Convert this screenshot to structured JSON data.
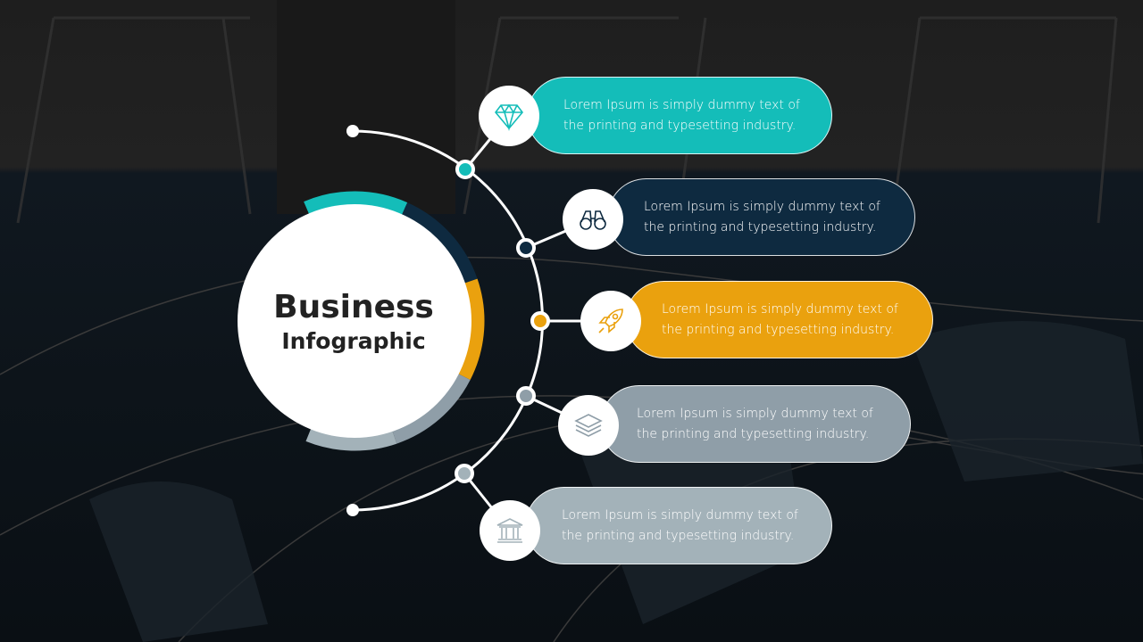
{
  "title": {
    "line1": "Business",
    "line2": "Infographic"
  },
  "colors": {
    "teal": "#14bdb9",
    "navy": "#0e2a40",
    "orange": "#eaa10e",
    "gray": "#8f9ea8",
    "lightgray": "#a3b2b9"
  },
  "items": [
    {
      "text": "Lorem Ipsum is simply dummy text of the printing and typesetting industry.",
      "icon": "diamond-icon",
      "color": "#14bdb9"
    },
    {
      "text": "Lorem Ipsum is simply dummy text of the printing and typesetting industry.",
      "icon": "binoculars-icon",
      "color": "#0e2a40"
    },
    {
      "text": "Lorem Ipsum is simply dummy text of the printing and typesetting industry.",
      "icon": "rocket-icon",
      "color": "#eaa10e"
    },
    {
      "text": "Lorem Ipsum is simply dummy text of the printing and typesetting industry.",
      "icon": "layers-icon",
      "color": "#8f9ea8"
    },
    {
      "text": "Lorem Ipsum is simply dummy text of the printing and typesetting industry.",
      "icon": "bank-icon",
      "color": "#a3b2b9"
    }
  ]
}
